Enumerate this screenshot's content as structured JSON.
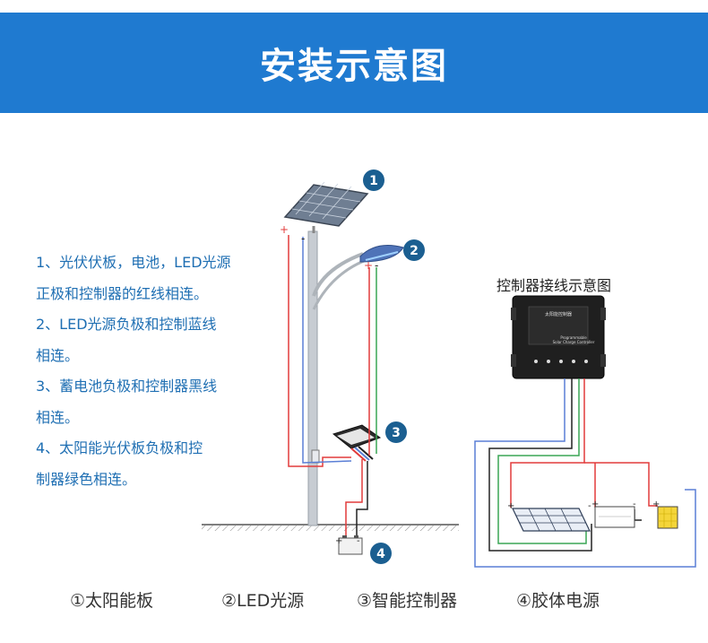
{
  "banner": {
    "title": "安装示意图"
  },
  "instructions": [
    "1、光伏伏板，电池，LED光源",
    "正极和控制器的红线相连。",
    "2、LED光源负极和控制蓝线",
    "相连。",
    "3、蓄电池负极和控制器黑线",
    "相连。",
    "4、太阳能光伏板负极和控",
    "制器绿色相连。"
  ],
  "markers": [
    "1",
    "2",
    "3",
    "4"
  ],
  "wire_signs": {
    "plus": "+",
    "minus": "-"
  },
  "wiring_title": "控制器接线示意图",
  "controller_labels": {
    "top": "太阳能控制器",
    "model_line1": "Programmable",
    "model_line2": "Solar Charge Controller"
  },
  "legend": [
    "①太阳能板",
    "②LED光源",
    "③智能控制器",
    "④胶体电源"
  ],
  "colors": {
    "banner": "#1f7ad0",
    "marker": "#1b5f91",
    "instruction_text": "#1f6fb3",
    "wire_red": "#e23b3b",
    "wire_blue": "#5a7fd6",
    "wire_green": "#3aa655",
    "wire_black": "#222222"
  }
}
